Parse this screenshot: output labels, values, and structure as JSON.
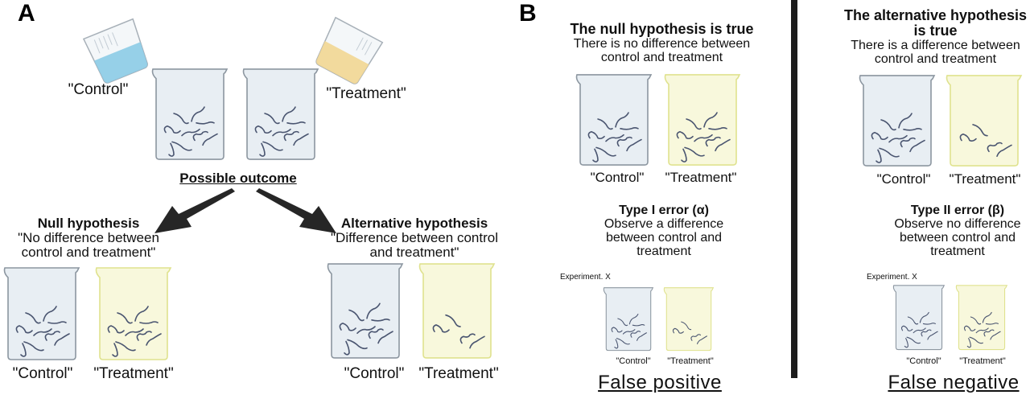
{
  "panel_a": {
    "letter": "A",
    "pour_control_label": "\"Control\"",
    "pour_treatment_label": "\"Treatment\"",
    "outcome_heading": "Possible outcome",
    "null": {
      "title": "Null hypothesis",
      "line1": "\"No difference between",
      "line2": "control and treatment\"",
      "control_label": "\"Control\"",
      "treatment_label": "\"Treatment\""
    },
    "alternative": {
      "title": "Alternative hypothesis",
      "line1": "\"Difference between control",
      "line2": "and treatment\"",
      "control_label": "\"Control\"",
      "treatment_label": "\"Treatment\""
    }
  },
  "panel_b": {
    "letter": "B",
    "left": {
      "title": "The null hypothesis is true",
      "line1": "There is no difference between",
      "line2": "control and treatment",
      "control_label": "\"Control\"",
      "treatment_label": "\"Treatment\"",
      "error_title": "Type I error (α)",
      "error_line1": "Observe a difference",
      "error_line2": "between control and",
      "error_line3": "treatment",
      "experiment_tag": "Experiment. X",
      "small_control_label": "\"Control\"",
      "small_treatment_label": "\"Treatment\"",
      "verdict": "False positive"
    },
    "right": {
      "title_line1": "The alternative hypothesis",
      "title_line2": "is true",
      "line1": "There is a difference between",
      "line2": "control and treatment",
      "control_label": "\"Control\"",
      "treatment_label": "\"Treatment\"",
      "error_title": "Type II error (β)",
      "error_line1": "Observe no difference",
      "error_line2": "between control and",
      "error_line3": "treatment",
      "experiment_tag": "Experiment. X",
      "small_control_label": "\"Control\"",
      "small_treatment_label": "\"Treatment\"",
      "verdict": "False negative"
    }
  },
  "colors": {
    "control_fill": "#e8eef3",
    "control_stroke": "#8c96a0",
    "treatment_fill": "#f8f8dc",
    "treatment_stroke": "#dfe28e",
    "control_liquid": "#8ccbe6",
    "treatment_liquid": "#f2d692",
    "worm": "#4a5570",
    "arrow": "#262626",
    "divider": "#1c1c1c"
  },
  "icons": {
    "beaker": "lab-beaker-icon",
    "pouring_beaker": "pouring-beaker-icon",
    "worms": "nematode-worms-icon",
    "arrow": "arrow-icon"
  }
}
